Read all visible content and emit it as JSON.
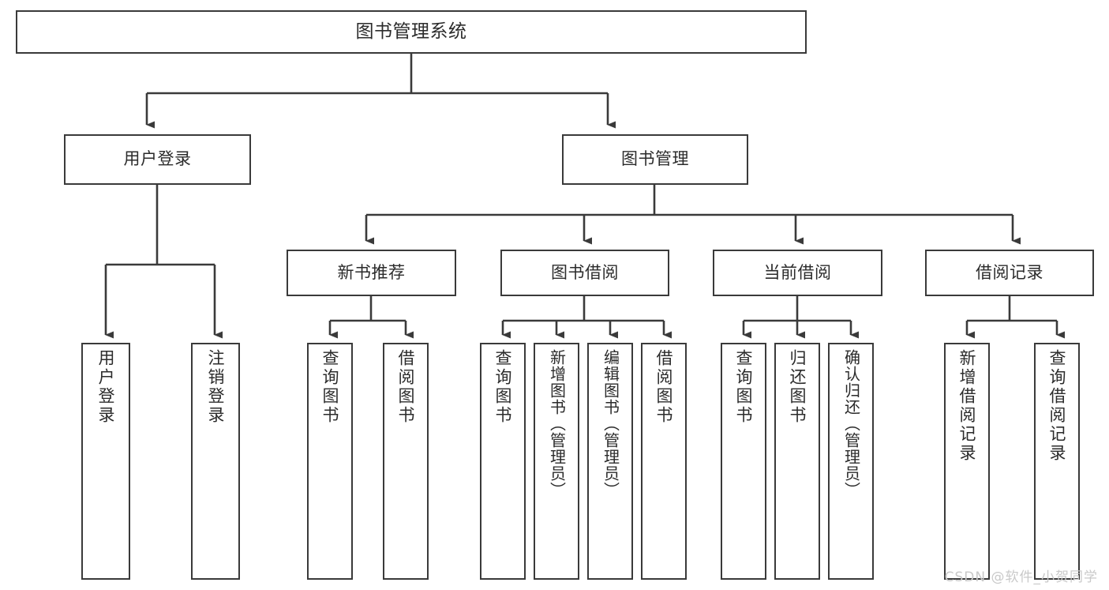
{
  "diagram": {
    "type": "tree-hierarchy",
    "title": "图书管理系统",
    "watermark": "CSDN @软件_小贺同学",
    "colors": {
      "stroke": "#3a3a3a",
      "fill": "#ffffff",
      "text": "#2b2b2b",
      "watermark": "#c9c9c9"
    },
    "nodes": {
      "root": {
        "label": "图书管理系统",
        "level": 0
      },
      "user_login": {
        "label": "用户登录",
        "level": 1
      },
      "book_manage": {
        "label": "图书管理",
        "level": 1
      },
      "new_book_rec": {
        "label": "新书推荐",
        "level": 2
      },
      "book_borrow": {
        "label": "图书借阅",
        "level": 2
      },
      "current_borrow": {
        "label": "当前借阅",
        "level": 2
      },
      "borrow_record": {
        "label": "借阅记录",
        "level": 2
      },
      "leaf_user_login": {
        "label": "用户登录",
        "level": 3
      },
      "leaf_logout": {
        "label": "注销登录",
        "level": 3
      },
      "leaf_query_book_1": {
        "label": "查询图书",
        "level": 3
      },
      "leaf_borrow_book_1": {
        "label": "借阅图书",
        "level": 3
      },
      "leaf_query_book_2": {
        "label": "查询图书",
        "level": 3
      },
      "leaf_add_book": {
        "label": "新增图书（管理员）",
        "level": 3
      },
      "leaf_edit_book": {
        "label": "编辑图书（管理员）",
        "level": 3
      },
      "leaf_borrow_book_2": {
        "label": "借阅图书",
        "level": 3
      },
      "leaf_query_book_3": {
        "label": "查询图书",
        "level": 3
      },
      "leaf_return_book": {
        "label": "归还图书",
        "level": 3
      },
      "leaf_confirm_return": {
        "label": "确认归还（管理员）",
        "level": 3
      },
      "leaf_add_record": {
        "label": "新增借阅记录",
        "level": 3
      },
      "leaf_query_record": {
        "label": "查询借阅记录",
        "level": 3
      }
    },
    "edges": [
      {
        "from": "root",
        "to": "user_login"
      },
      {
        "from": "root",
        "to": "book_manage"
      },
      {
        "from": "book_manage",
        "to": "new_book_rec"
      },
      {
        "from": "book_manage",
        "to": "book_borrow"
      },
      {
        "from": "book_manage",
        "to": "current_borrow"
      },
      {
        "from": "book_manage",
        "to": "borrow_record"
      },
      {
        "from": "user_login",
        "to": "leaf_user_login"
      },
      {
        "from": "user_login",
        "to": "leaf_logout"
      },
      {
        "from": "new_book_rec",
        "to": "leaf_query_book_1"
      },
      {
        "from": "new_book_rec",
        "to": "leaf_borrow_book_1"
      },
      {
        "from": "book_borrow",
        "to": "leaf_query_book_2"
      },
      {
        "from": "book_borrow",
        "to": "leaf_add_book"
      },
      {
        "from": "book_borrow",
        "to": "leaf_edit_book"
      },
      {
        "from": "book_borrow",
        "to": "leaf_borrow_book_2"
      },
      {
        "from": "current_borrow",
        "to": "leaf_query_book_3"
      },
      {
        "from": "current_borrow",
        "to": "leaf_return_book"
      },
      {
        "from": "current_borrow",
        "to": "leaf_confirm_return"
      },
      {
        "from": "borrow_record",
        "to": "leaf_add_record"
      },
      {
        "from": "borrow_record",
        "to": "leaf_query_record"
      }
    ]
  }
}
